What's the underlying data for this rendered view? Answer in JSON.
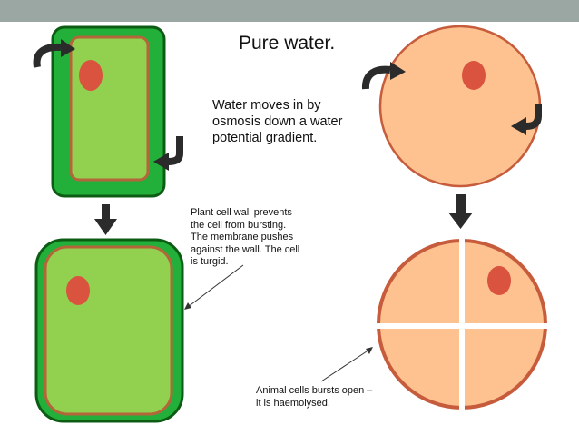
{
  "slide": {
    "title": "Pure water.",
    "osmosis_line1": "Water moves in by",
    "osmosis_line2": "osmosis down a water",
    "osmosis_line3": "potential gradient.",
    "plant_line1": "Plant cell wall prevents",
    "plant_line2": "the cell from bursting.",
    "plant_line3": "The membrane pushes",
    "plant_line4": "against the wall. The cell",
    "plant_line5": "is turgid.",
    "animal_line1": "Animal cells bursts open –",
    "animal_line2": "it is haemolysed."
  },
  "colors": {
    "top_band": "#9aa7a3",
    "cell_wall": "#22b03a",
    "wall_outline": "#0d5c14",
    "cytoplasm": "#92d050",
    "membrane": "#b5653a",
    "nucleus": "#d9533e",
    "animal_fill": "#fdc28f",
    "animal_outline": "#c65c3c",
    "arrow": "#2b2b2b"
  }
}
